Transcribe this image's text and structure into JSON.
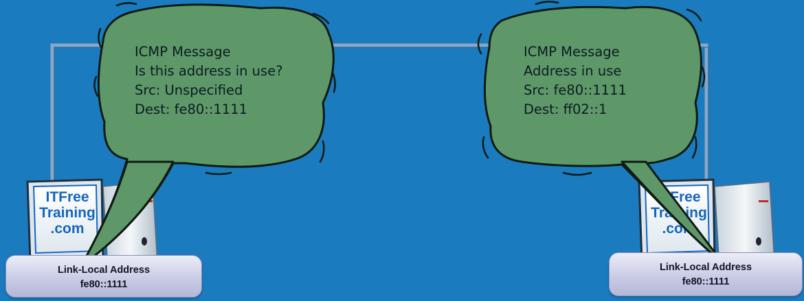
{
  "colors": {
    "background": "#1b7bbf",
    "network_line": "#8aa7c8",
    "bubble_fill": "#5e9868",
    "bubble_outline": "#0f1a14",
    "address_box": "#c9cce5",
    "brand_text": "#1565c0"
  },
  "bubble_left": {
    "lines": [
      "ICMP Message",
      "Is this address in use?",
      "Src: Unspecified",
      "Dest: fe80::1111"
    ]
  },
  "bubble_right": {
    "lines": [
      "ICMP Message",
      "Address in use",
      "Src: fe80::1111",
      "Dest: ff02::1"
    ]
  },
  "host_left": {
    "logo_lines": [
      "ITFree",
      "Training",
      ".com"
    ],
    "address_label": "Link-Local Address",
    "address_value": "fe80::1111"
  },
  "host_right": {
    "logo_lines": [
      "ITFree",
      "Training",
      ".com"
    ],
    "address_label": "Link-Local Address",
    "address_value": "fe80::1111"
  }
}
